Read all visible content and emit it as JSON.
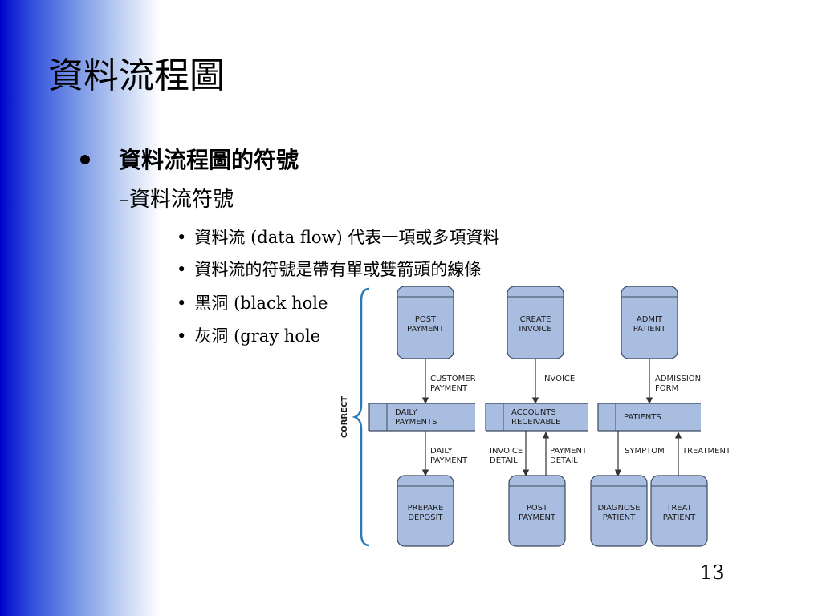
{
  "slide": {
    "title": "資料流程圖",
    "bullet": "資料流程圖的符號",
    "sub_bullet": "–資料流符號",
    "items": [
      "資料流 (data flow) 代表一項或多項資料",
      "資料流的符號是帶有單或雙箭頭的線條",
      "黑洞 (black hole",
      "灰洞 (gray hole"
    ],
    "page_number": "13"
  },
  "diagram": {
    "side_label": "CORRECT",
    "top_processes": [
      [
        "POST",
        "PAYMENT"
      ],
      [
        "CREATE",
        "INVOICE"
      ],
      [
        "ADMIT",
        "PATIENT"
      ]
    ],
    "top_flows": [
      [
        "CUSTOMER",
        "PAYMENT"
      ],
      [
        "INVOICE"
      ],
      [
        "ADMISSION",
        "FORM"
      ]
    ],
    "stores": [
      [
        "DAILY",
        "PAYMENTS"
      ],
      [
        "ACCOUNTS",
        "RECEIVABLE"
      ],
      [
        "PATIENTS"
      ]
    ],
    "bottom_flows": [
      [
        "DAILY",
        "PAYMENT"
      ],
      [
        "INVOICE",
        "DETAIL"
      ],
      [
        "PAYMENT",
        "DETAIL"
      ],
      [
        "SYMPTOM"
      ],
      [
        "TREATMENT"
      ]
    ],
    "bottom_processes": [
      [
        "PREPARE",
        "DEPOSIT"
      ],
      [
        "POST",
        "PAYMENT"
      ],
      [
        "DIAGNOSE",
        "PATIENT"
      ],
      [
        "TREAT",
        "PATIENT"
      ]
    ],
    "colors": {
      "process_fill": "#a9bde0",
      "process_stroke": "#3b4a5e",
      "store_fill": "#a9bde0",
      "brace": "#2a7ab8"
    }
  }
}
